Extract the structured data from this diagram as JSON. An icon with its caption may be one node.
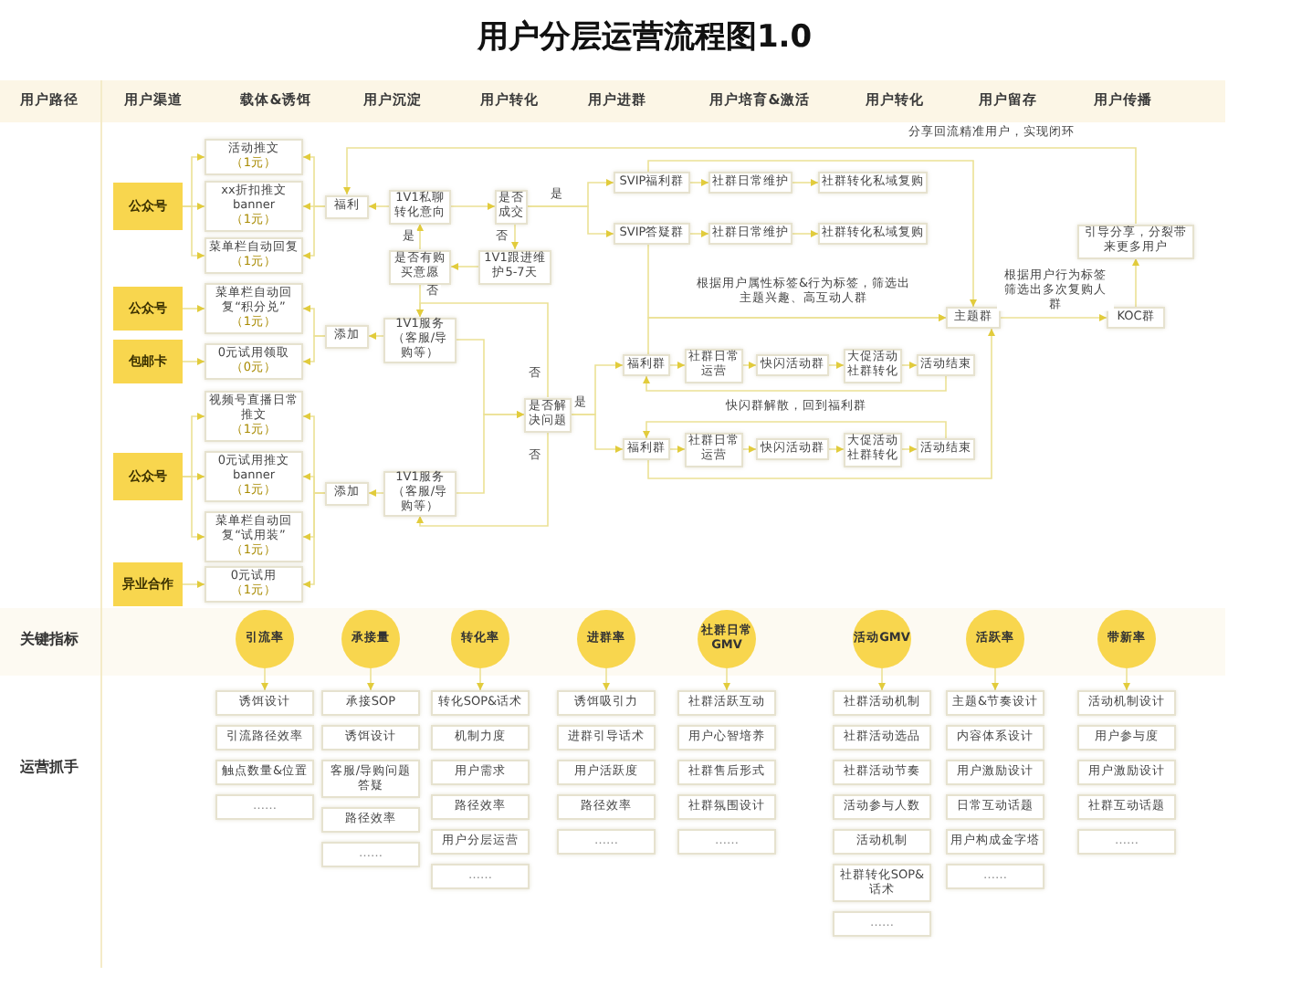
{
  "diagram": {
    "title": "用户分层运营流程图1.0",
    "nodes": [
      {
        "text": [
          "公众号"
        ]
      },
      {
        "text": [
          "活动推文",
          "（1元）"
        ]
      },
      {
        "text": [
          "xx折扣推文banner",
          "（1元）"
        ]
      },
      {
        "text": [
          "菜单栏自动回复",
          "（1元）"
        ]
      },
      {
        "text": [
          "福利"
        ]
      },
      {
        "text": [
          "1V1私聊转化意向"
        ]
      },
      {
        "text": [
          "是否成交"
        ]
      },
      {
        "text": [
          "1V1跟进维护5-7天"
        ]
      },
      {
        "text": [
          "是否有购买意愿"
        ]
      },
      {
        "text": [
          "SVIP福利群"
        ]
      },
      {
        "text": [
          "社群日常维护"
        ]
      },
      {
        "text": [
          "社群转化私域复购"
        ]
      },
      {
        "text": [
          "SVIP答疑群"
        ]
      },
      {
        "text": [
          "社群日常维护"
        ]
      },
      {
        "text": [
          "社群转化私域复购"
        ]
      },
      {
        "text": [
          "公众号"
        ]
      },
      {
        "text": [
          "菜单栏自动回复“积分兑”",
          "（1元）"
        ]
      },
      {
        "text": [
          "包邮卡"
        ]
      },
      {
        "text": [
          "0元试用领取",
          "（0元）"
        ]
      },
      {
        "text": [
          "添加"
        ]
      },
      {
        "text": [
          "1V1服务（客服/导购等）"
        ]
      },
      {
        "text": [
          "是否解决问题"
        ]
      },
      {
        "text": [
          "福利群"
        ]
      },
      {
        "text": [
          "社群日常运营"
        ]
      },
      {
        "text": [
          "快闪活动群"
        ]
      },
      {
        "text": [
          "大促活动社群转化"
        ]
      },
      {
        "text": [
          "活动结束"
        ]
      },
      {
        "text": [
          "福利群"
        ]
      },
      {
        "text": [
          "社群日常运营"
        ]
      },
      {
        "text": [
          "快闪活动群"
        ]
      },
      {
        "text": [
          "大促活动社群转化"
        ]
      },
      {
        "text": [
          "活动结束"
        ]
      },
      {
        "text": [
          "主题群"
        ]
      },
      {
        "text": [
          "KOC群"
        ]
      },
      {
        "text": [
          "引导分享，分裂带来更多用户"
        ]
      },
      {
        "text": [
          "公众号"
        ]
      },
      {
        "text": [
          "视频号直播日常推文",
          "（1元）"
        ]
      },
      {
        "text": [
          "0元试用推文banner",
          "（1元）"
        ]
      },
      {
        "text": [
          "菜单栏自动回复“试用装”",
          "（1元）"
        ]
      },
      {
        "text": [
          "添加"
        ]
      },
      {
        "text": [
          "1V1服务（客服/导购等）"
        ]
      },
      {
        "text": [
          "异业合作"
        ]
      },
      {
        "text": [
          "0元试用",
          "（1元）"
        ]
      },
      {
        "text": [
          "引流率"
        ]
      },
      {
        "text": [
          "诱饵设计"
        ]
      },
      {
        "text": [
          "引流路径效率"
        ]
      },
      {
        "text": [
          "触点数量&位置"
        ]
      },
      {
        "text": [
          "……"
        ]
      },
      {
        "text": [
          "承接量"
        ]
      },
      {
        "text": [
          "承接SOP"
        ]
      },
      {
        "text": [
          "诱饵设计"
        ]
      },
      {
        "text": [
          "客服/导购问题答疑"
        ]
      },
      {
        "text": [
          "路径效率"
        ]
      },
      {
        "text": [
          "……"
        ]
      },
      {
        "text": [
          "转化率"
        ]
      },
      {
        "text": [
          "转化SOP&话术"
        ]
      },
      {
        "text": [
          "机制力度"
        ]
      },
      {
        "text": [
          "用户需求"
        ]
      },
      {
        "text": [
          "路径效率"
        ]
      },
      {
        "text": [
          "用户分层运营"
        ]
      },
      {
        "text": [
          "……"
        ]
      },
      {
        "text": [
          "进群率"
        ]
      },
      {
        "text": [
          "诱饵吸引力"
        ]
      },
      {
        "text": [
          "进群引导话术"
        ]
      },
      {
        "text": [
          "用户活跃度"
        ]
      },
      {
        "text": [
          "路径效率"
        ]
      },
      {
        "text": [
          "……"
        ]
      },
      {
        "text": [
          "社群日常GMV"
        ]
      },
      {
        "text": [
          "社群活跃互动"
        ]
      },
      {
        "text": [
          "用户心智培养"
        ]
      },
      {
        "text": [
          "社群售后形式"
        ]
      },
      {
        "text": [
          "社群氛围设计"
        ]
      },
      {
        "text": [
          "……"
        ]
      },
      {
        "text": [
          "活动GMV"
        ]
      },
      {
        "text": [
          "社群活动机制"
        ]
      },
      {
        "text": [
          "社群活动选品"
        ]
      },
      {
        "text": [
          "社群活动节奏"
        ]
      },
      {
        "text": [
          "活动参与人数"
        ]
      },
      {
        "text": [
          "活动机制"
        ]
      },
      {
        "text": [
          "社群转化SOP&话术"
        ]
      },
      {
        "text": [
          "……"
        ]
      },
      {
        "text": [
          "活跃率"
        ]
      },
      {
        "text": [
          "主题&节奏设计"
        ]
      },
      {
        "text": [
          "内容体系设计"
        ]
      },
      {
        "text": [
          "用户激励设计"
        ]
      },
      {
        "text": [
          "日常互动话题"
        ]
      },
      {
        "text": [
          "用户构成金字塔"
        ]
      },
      {
        "text": [
          "……"
        ]
      },
      {
        "text": [
          "带新率"
        ]
      },
      {
        "text": [
          "活动机制设计"
        ]
      },
      {
        "text": [
          "用户参与度"
        ]
      },
      {
        "text": [
          "用户激励设计"
        ]
      },
      {
        "text": [
          "社群互动话题"
        ]
      },
      {
        "text": [
          "……"
        ]
      }
    ],
    "edges": [
      {
        "from": 0,
        "to": 1,
        "arrow": "to"
      },
      {
        "from": 0,
        "to": 2,
        "arrow": "to"
      },
      {
        "from": 0,
        "to": 3,
        "arrow": "to"
      },
      {
        "from": 4,
        "to": 1,
        "arrow": "to"
      },
      {
        "from": 4,
        "to": 2,
        "arrow": "to"
      },
      {
        "from": 4,
        "to": 3,
        "arrow": "to"
      },
      {
        "from": 5,
        "to": 4,
        "arrow": "to"
      },
      {
        "from": 5,
        "to": 6,
        "arrow": "to"
      },
      {
        "from": 6,
        "to": 7,
        "arrow": "to",
        "label": "否"
      },
      {
        "from": 7,
        "to": 8,
        "arrow": "to"
      },
      {
        "from": 8,
        "to": 5,
        "arrow": "to",
        "label": "是"
      },
      {
        "from": 6,
        "to": 9,
        "arrow": "to",
        "label": "是"
      },
      {
        "from": 6,
        "to": 12,
        "arrow": "to"
      },
      {
        "from": 9,
        "to": 10,
        "arrow": "to"
      },
      {
        "from": 10,
        "to": 11,
        "arrow": "to"
      },
      {
        "from": 12,
        "to": 13,
        "arrow": "to"
      },
      {
        "from": 13,
        "to": 14,
        "arrow": "to"
      },
      {
        "from": 9,
        "to": 32,
        "arrow": "to"
      },
      {
        "from": 12,
        "to": 32,
        "arrow": "to",
        "label": "根据用户属性标签&行为标签，筛选出主题兴趣、高互动人群"
      },
      {
        "from": 22,
        "to": 32,
        "arrow": "to"
      },
      {
        "from": 15,
        "to": 16,
        "arrow": "to"
      },
      {
        "from": 17,
        "to": 18,
        "arrow": "to"
      },
      {
        "from": 19,
        "to": 16,
        "arrow": "to"
      },
      {
        "from": 19,
        "to": 18,
        "arrow": "to"
      },
      {
        "from": 20,
        "to": 19,
        "arrow": "to"
      },
      {
        "from": 20,
        "to": 21,
        "arrow": "to"
      },
      {
        "from": 21,
        "to": 20,
        "arrow": "to",
        "label": "否"
      },
      {
        "from": 8,
        "to": 20,
        "arrow": "to",
        "label": "否"
      },
      {
        "from": 21,
        "to": 22,
        "arrow": "to",
        "label": "是"
      },
      {
        "from": 21,
        "to": 27,
        "arrow": "to"
      },
      {
        "from": 22,
        "to": 23,
        "arrow": "to"
      },
      {
        "from": 23,
        "to": 24,
        "arrow": "to"
      },
      {
        "from": 24,
        "to": 25,
        "arrow": "to"
      },
      {
        "from": 25,
        "to": 26,
        "arrow": "to"
      },
      {
        "from": 26,
        "to": 22,
        "arrow": "to",
        "label": "快闪群解散，回到福利群"
      },
      {
        "from": 27,
        "to": 28,
        "arrow": "to"
      },
      {
        "from": 28,
        "to": 29,
        "arrow": "to"
      },
      {
        "from": 29,
        "to": 30,
        "arrow": "to"
      },
      {
        "from": 30,
        "to": 31,
        "arrow": "to"
      },
      {
        "from": 31,
        "to": 27,
        "arrow": "to"
      },
      {
        "from": 27,
        "to": 32,
        "arrow": "to"
      },
      {
        "from": 32,
        "to": 33,
        "arrow": "to",
        "label": "根据用户行为标签筛选出多次复购人群"
      },
      {
        "from": 33,
        "to": 34,
        "arrow": "to"
      },
      {
        "from": 34,
        "to": 4,
        "arrow": "to",
        "label": "分享回流精准用户，实现闭环"
      },
      {
        "from": 35,
        "to": 36,
        "arrow": "to"
      },
      {
        "from": 35,
        "to": 37,
        "arrow": "to"
      },
      {
        "from": 35,
        "to": 38,
        "arrow": "to"
      },
      {
        "from": 41,
        "to": 42,
        "arrow": "to"
      },
      {
        "from": 39,
        "to": 36,
        "arrow": "to"
      },
      {
        "from": 39,
        "to": 37,
        "arrow": "to"
      },
      {
        "from": 39,
        "to": 38,
        "arrow": "to"
      },
      {
        "from": 39,
        "to": 42,
        "arrow": "to"
      },
      {
        "from": 40,
        "to": 39,
        "arrow": "to"
      },
      {
        "from": 40,
        "to": 21,
        "arrow": "to"
      },
      {
        "from": 21,
        "to": 40,
        "arrow": "to",
        "label": "否"
      },
      {
        "from": 43,
        "to": 44,
        "arrow": "to"
      },
      {
        "from": 48,
        "to": 49,
        "arrow": "to"
      },
      {
        "from": 54,
        "to": 55,
        "arrow": "to"
      },
      {
        "from": 61,
        "to": 62,
        "arrow": "to"
      },
      {
        "from": 67,
        "to": 68,
        "arrow": "to"
      },
      {
        "from": 73,
        "to": 74,
        "arrow": "to"
      },
      {
        "from": 81,
        "to": 82,
        "arrow": "to"
      },
      {
        "from": 88,
        "to": 89,
        "arrow": "to"
      }
    ],
    "labels": [
      "用户路径",
      "用户渠道",
      "载体&诱饵",
      "用户沉淀",
      "用户转化",
      "用户进群",
      "用户培育&激活",
      "用户转化",
      "用户留存",
      "用户传播",
      "关键指标",
      "运营抓手"
    ]
  }
}
